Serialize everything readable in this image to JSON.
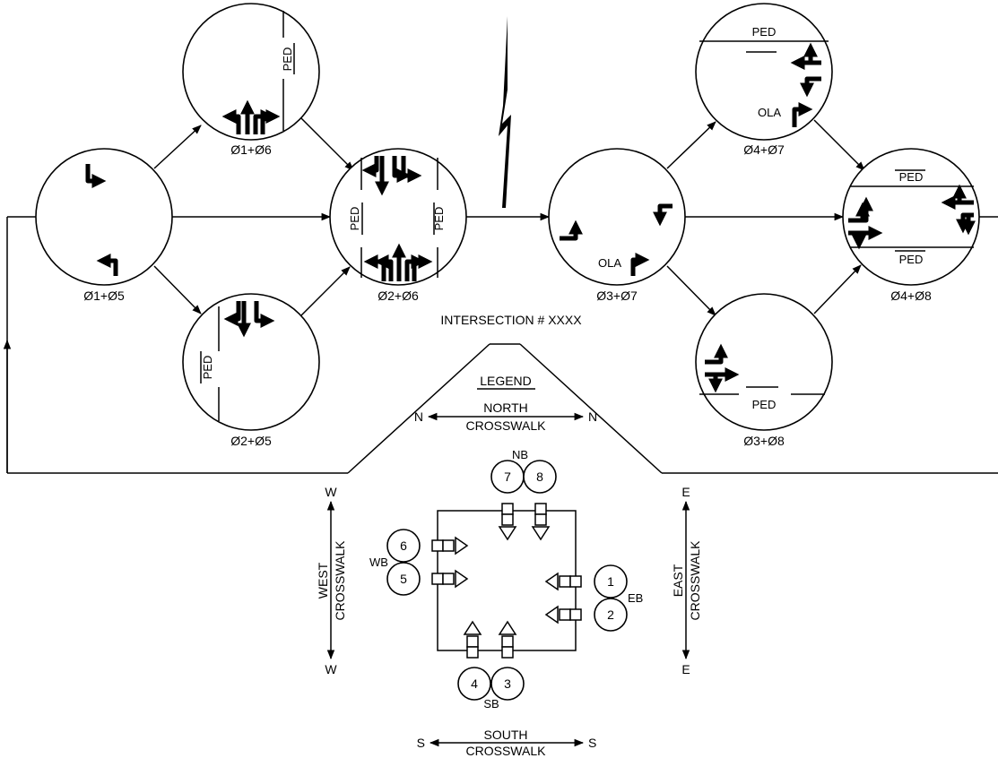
{
  "diagram": {
    "intersection_label": "INTERSECTION # XXXX",
    "phases": [
      {
        "id": "p1",
        "label": "Ø1+Ø5"
      },
      {
        "id": "p2",
        "label": "Ø1+Ø6"
      },
      {
        "id": "p3",
        "label": "Ø2+Ø5"
      },
      {
        "id": "p4",
        "label": "Ø2+Ø6"
      },
      {
        "id": "p5",
        "label": "Ø3+Ø7"
      },
      {
        "id": "p6",
        "label": "Ø4+Ø7"
      },
      {
        "id": "p7",
        "label": "Ø3+Ø8"
      },
      {
        "id": "p8",
        "label": "Ø4+Ø8"
      }
    ],
    "ped_label": "PED",
    "ola_label": "OLA"
  },
  "legend": {
    "title": "LEGEND",
    "north": {
      "word": "NORTH",
      "sub": "CROSSWALK",
      "end": "N"
    },
    "south": {
      "word": "SOUTH",
      "sub": "CROSSWALK",
      "end": "S"
    },
    "west": {
      "word": "WEST",
      "sub": "CROSSWALK",
      "end": "W"
    },
    "east": {
      "word": "EAST",
      "sub": "CROSSWALK",
      "end": "E"
    },
    "approaches": {
      "nb": "NB",
      "sb": "SB",
      "eb": "EB",
      "wb": "WB"
    },
    "signal_numbers": {
      "n7": "7",
      "n8": "8",
      "n6": "6",
      "n5": "5",
      "n1": "1",
      "n2": "2",
      "n4": "4",
      "n3": "3"
    }
  }
}
